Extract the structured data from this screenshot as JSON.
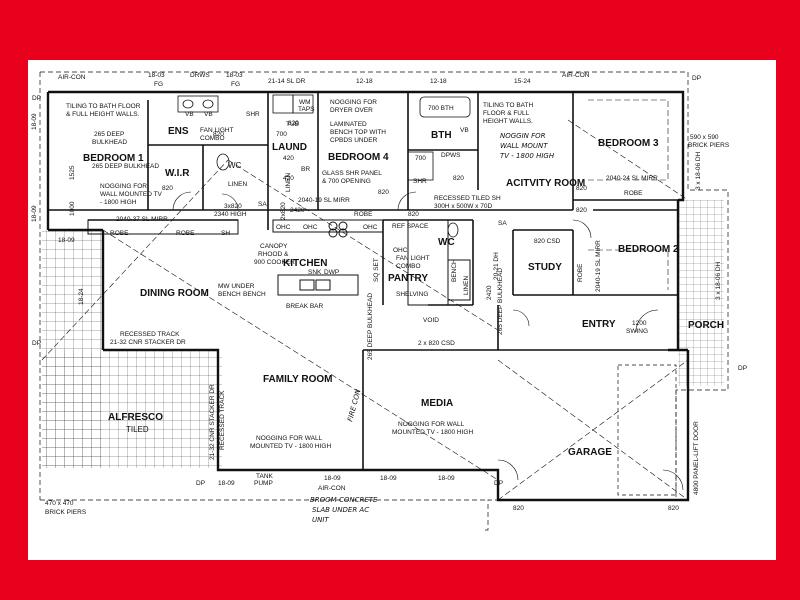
{
  "frame": {
    "border_color": "#e8001c",
    "paper_color": "#ffffff",
    "line_color": "#111111"
  },
  "rooms": {
    "bedroom1": "BEDROOM 1",
    "ens": "ENS",
    "wir": "W.I.R",
    "wc1": "WC",
    "laund": "LAUND",
    "bedroom4": "BEDROOM 4",
    "bth": "BTH",
    "activity": "ACITVITY ROOM",
    "bedroom3": "BEDROOM 3",
    "bedroom2": "BEDROOM 2",
    "study": "STUDY",
    "kitchen": "KITCHEN",
    "pantry": "PANTRY",
    "wc2": "WC",
    "dining": "DINING ROOM",
    "family": "FAMILY ROOM",
    "media": "MEDIA",
    "garage": "GARAGE",
    "entry": "ENTRY",
    "porch": "PORCH",
    "alfresco": "ALFRESCO",
    "tiled": "TILED"
  },
  "dims": {
    "top_1803": "18-03",
    "top_draws": "DRWS",
    "top_1803b": "18-03",
    "top_fg1": "FG",
    "top_fg2": "FG",
    "top_2114": "21-14 SL DR",
    "top_1218a": "12-18",
    "top_1218b": "12-18",
    "top_1524": "15-24",
    "aircon1": "AIR-CON",
    "aircon2": "AIR-CON",
    "aircon3": "AIR-CON",
    "left_1809a": "18-09",
    "left_1809b": "18-09",
    "left_1809c": "18-09",
    "left_1824": "18-24",
    "d1525": "1525",
    "d1000": "1000",
    "d820a": "820",
    "d820b": "820",
    "d820c": "820",
    "d820d": "820",
    "d820e": "820",
    "d820f": "820",
    "d820g": "820",
    "d820h": "820",
    "d820i": "820",
    "d820j": "820",
    "d3x820": "3x820",
    "d2340": "2340 HIGH",
    "d420a": "420",
    "d420b": "420",
    "d2x820": "2x820",
    "d2040_37": "2040-37 SL MIRR",
    "d2040_19a": "2040-19 SL MIRR",
    "d2040_24": "2040-24 SL MIRR",
    "d2040_19b": "2040-19 SL MIRR",
    "d820csd1": "820 CSD",
    "d2x820csd": "2 x 820 CSD",
    "d1200": "1200",
    "swing": "SWING",
    "d590": "590 x 590",
    "brickpiers1": "BRICK PIERS",
    "d470": "470 x 470",
    "brickpiers2": "BRICK PIERS",
    "bottom_1809a": "18-09",
    "bottom_1809b": "18-09",
    "bottom_1809c": "18-09",
    "bottom_1809d": "18-09",
    "tank": "TANK",
    "pump": "PUMP",
    "dp1": "DP",
    "dp2": "DP",
    "dp3": "DP",
    "dp4": "DP",
    "dp5": "DP",
    "dp6": "DP",
    "sa1": "SA",
    "sa2": "SA",
    "right_3x1806": "3 x 18-06 DH",
    "right_3x1806b": "3 x 18-06 DH",
    "d2040_21": "20-21 DH",
    "panel_door": "4800 PANEL-LIFT DOOR",
    "void": "VOID",
    "dshv": "SHELVING",
    "wm": "WM",
    "taps": "TAPS",
    "tub": "TUB",
    "shr1": "SHR",
    "shr2": "SHR",
    "br": "BR",
    "vb1": "VB",
    "vb2": "VB",
    "vb3": "VB",
    "dpws": "DPWS",
    "v700a": "700",
    "v700b": "700",
    "bth700": "700 BTH",
    "linen1": "LINEN",
    "linen2": "LINEN",
    "linen3": "LINEN",
    "robe1": "ROBE",
    "robe2": "ROBE",
    "robe3": "ROBE",
    "robe4": "ROBE",
    "robe5": "ROBE",
    "sh": "SH",
    "ohc1": "OHC",
    "ohc2": "OHC",
    "ohc3": "OHC",
    "ohc4": "OHC",
    "ref": "REF SPACE",
    "snk": "SNK",
    "dwp": "DWP",
    "sq_set": "SQ SET",
    "bench1": "BENCH",
    "bench2": "BENCH",
    "d265a": "265 DEEP BULKHEAD",
    "d265b": "265 DEEP BULKHEAD",
    "d265c": "265 DEEP BULKHEAD",
    "d2420": "2420",
    "d2420b": "2420"
  },
  "notes": {
    "tiling1a": "TILING TO BATH FLOOR",
    "tiling1b": "& FULL HEIGHT WALLS.",
    "bulkhead": "265 DEEP",
    "bulkhead2": "BULKHEAD",
    "fanlight1": "FAN LIGHT",
    "combo1": "COMBO",
    "nog_tv1a": "NOGGING FOR",
    "nog_tv1b": "WALL MOUNTED TV",
    "nog_tv1c": "- 1800 HIGH",
    "nog_dryer1": "NOGGING FOR",
    "nog_dryer2": "DRYER OVER",
    "lam1": "LAMINATED",
    "lam2": "BENCH TOP WITH",
    "lam3": "CPBDS UNDER",
    "glass1": "GLASS SHR PANEL",
    "glass2": "& 700 OPENING",
    "tiling2a": "TILING TO BATH",
    "tiling2b": "FLOOR & FULL",
    "tiling2c": "HEIGHT WALLS.",
    "hw1": "NOGGIN FOR",
    "hw2": "WALL MOUNT",
    "hw3": "TV - 1800 HIGH",
    "recessed1": "RECESSED TILED SH",
    "recessed2": "300H x 500W x 70D",
    "canopy1": "CANOPY",
    "canopy2": "RHOOD &",
    "canopy3": "900 COOKER",
    "mw": "MW UNDER",
    "mw2": "BENCH",
    "breakbar": "BREAK BAR",
    "fanlight2": "FAN LIGHT",
    "combo2": "COMBO",
    "recessed_track1": "RECESSED TRACK",
    "stacker1": "21-32 CNR STACKER DR",
    "stacker2": "21-32 CNR STACKER DR",
    "recessed_track2": "RECESSED TRACK",
    "nog_fam1": "NOGGING FOR WALL",
    "nog_fam2": "MOUNTED TV - 1800 HIGH",
    "nog_media1": "NOGGING FOR WALL",
    "nog_media2": "MOUNTED TV - 1800 HIGH",
    "firecon": "FIRE CON",
    "broom1": "BROOM CONCRETE",
    "broom2": "SLAB UNDER AC",
    "broom3": "UNIT"
  }
}
